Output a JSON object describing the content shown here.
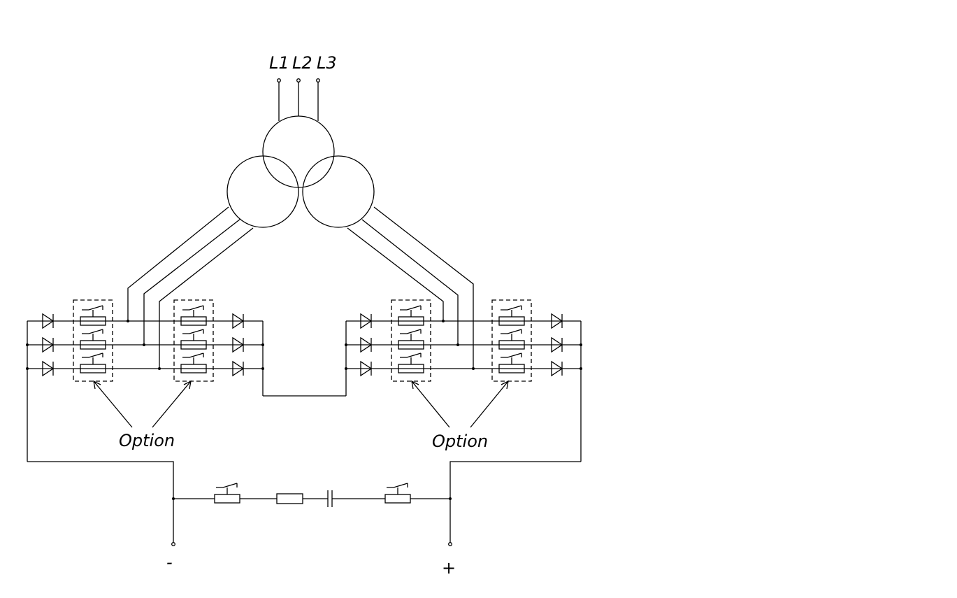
{
  "diagram": {
    "phase_labels": [
      "L1",
      "L2",
      "L3"
    ],
    "option_label_left": "Option",
    "option_label_right": "Option",
    "minus_label": "-",
    "plus_label": "+"
  }
}
